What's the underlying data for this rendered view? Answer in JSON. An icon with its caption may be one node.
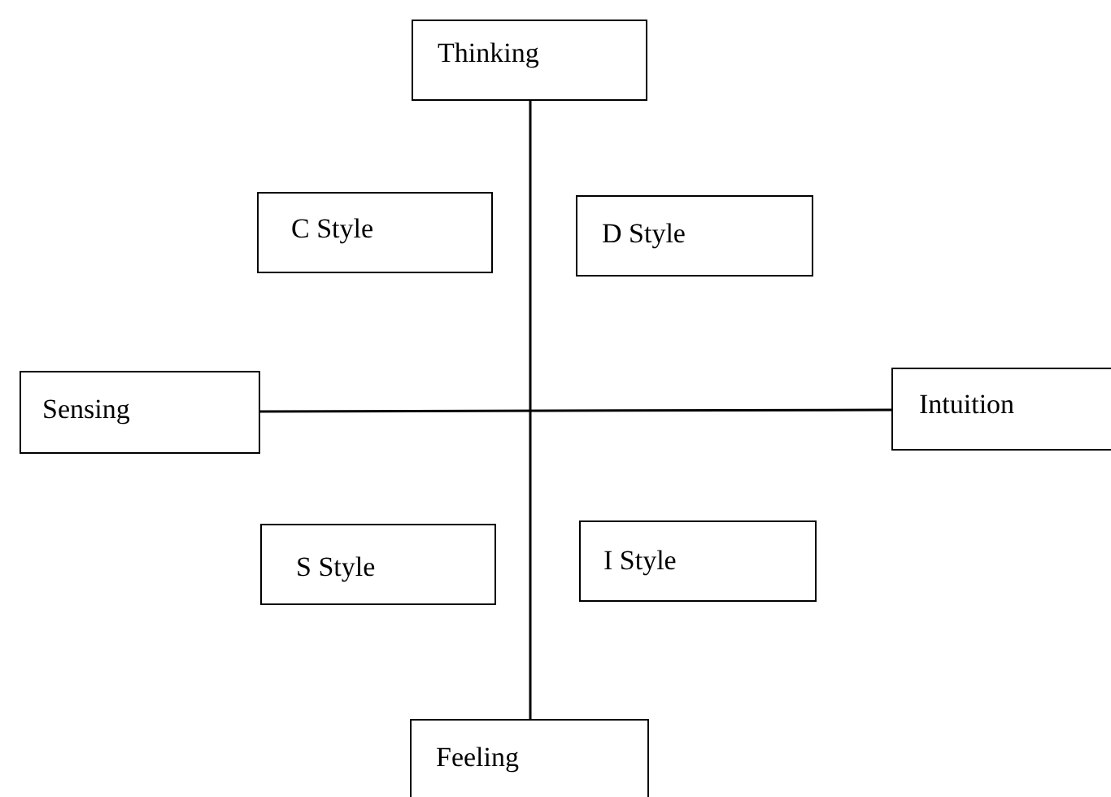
{
  "diagram": {
    "nodes": [
      {
        "text": [
          "Thinking"
        ]
      },
      {
        "text": [
          "C Style"
        ]
      },
      {
        "text": [
          "D Style"
        ]
      },
      {
        "text": [
          "Sensing"
        ]
      },
      {
        "text": [
          "Intuition"
        ]
      },
      {
        "text": [
          "S Style"
        ]
      },
      {
        "text": [
          "I Style"
        ]
      },
      {
        "text": [
          "Feeling"
        ]
      }
    ],
    "edges": [
      {
        "from": 0,
        "to": 7,
        "arrow": "none"
      },
      {
        "from": 3,
        "to": 4,
        "arrow": "none"
      }
    ]
  }
}
